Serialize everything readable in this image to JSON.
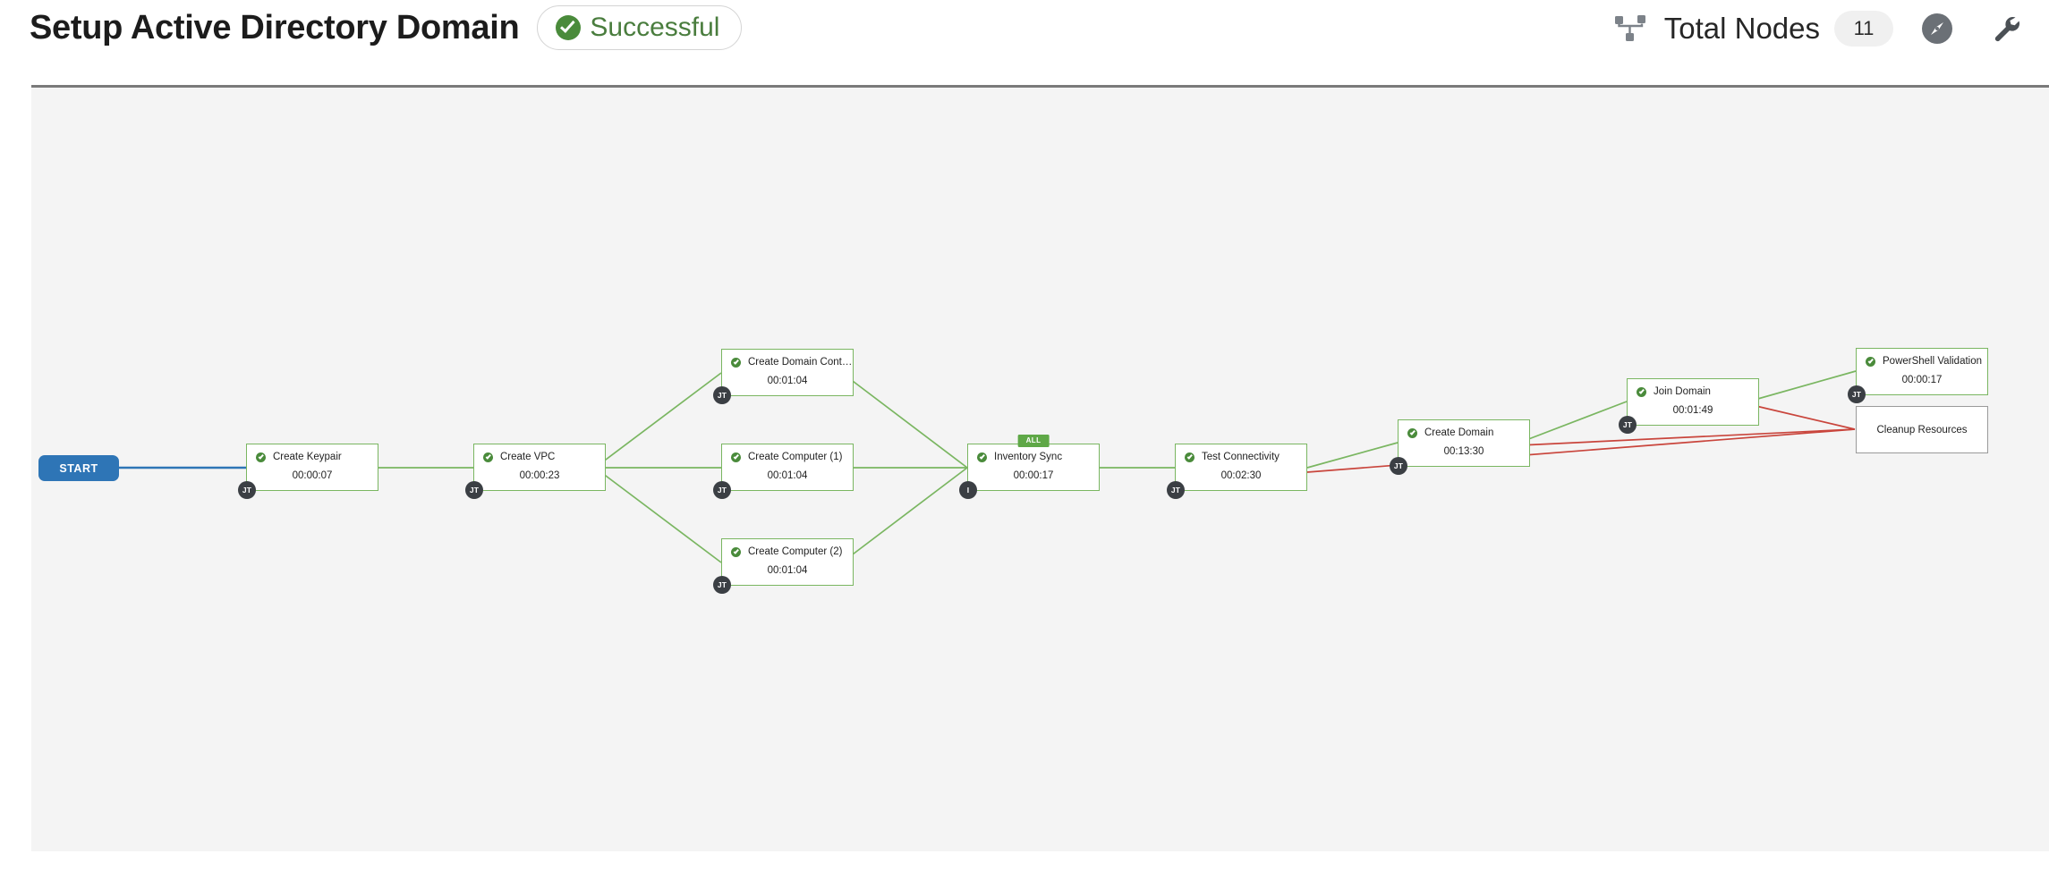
{
  "header": {
    "title": "Setup Active Directory Domain",
    "status": {
      "label": "Successful",
      "icon": "check-circle-icon",
      "color": "#4a7d3e"
    },
    "sitemap_icon": "sitemap-icon",
    "total_nodes_label": "Total Nodes",
    "total_nodes_count": "11",
    "compass_icon": "compass-icon",
    "wrench_icon": "wrench-icon"
  },
  "graph": {
    "start_label": "START",
    "colors": {
      "success_border": "#7ab661",
      "pending_border": "#9a9a9a",
      "success_edge": "#7ab661",
      "failure_edge": "#c9453c",
      "start_edge": "#2e75b6",
      "canvas_bg": "#f4f4f4",
      "badge_bg": "#3b3f44",
      "top_label_bg": "#5fa847"
    },
    "nodes": [
      {
        "id": "create-keypair",
        "title": "Create Keypair",
        "duration": "00:00:07",
        "badge": "JT",
        "status": "success"
      },
      {
        "id": "create-vpc",
        "title": "Create VPC",
        "duration": "00:00:23",
        "badge": "JT",
        "status": "success"
      },
      {
        "id": "create-domain-controller",
        "title": "Create Domain Contr...",
        "duration": "00:01:04",
        "badge": "JT",
        "status": "success"
      },
      {
        "id": "create-computer-1",
        "title": "Create Computer (1)",
        "duration": "00:01:04",
        "badge": "JT",
        "status": "success"
      },
      {
        "id": "create-computer-2",
        "title": "Create Computer (2)",
        "duration": "00:01:04",
        "badge": "JT",
        "status": "success"
      },
      {
        "id": "inventory-sync",
        "title": "Inventory Sync",
        "duration": "00:00:17",
        "badge": "I",
        "status": "success",
        "top_label": "ALL"
      },
      {
        "id": "test-connectivity",
        "title": "Test Connectivity",
        "duration": "00:02:30",
        "badge": "JT",
        "status": "success"
      },
      {
        "id": "create-domain",
        "title": "Create Domain",
        "duration": "00:13:30",
        "badge": "JT",
        "status": "success"
      },
      {
        "id": "join-domain",
        "title": "Join Domain",
        "duration": "00:01:49",
        "badge": "JT",
        "status": "success"
      },
      {
        "id": "powershell-validation",
        "title": "PowerShell Validation",
        "duration": "00:00:17",
        "badge": "JT",
        "status": "success"
      },
      {
        "id": "cleanup-resources",
        "title": "Cleanup Resources",
        "duration": "",
        "badge": "",
        "status": "pending"
      }
    ]
  }
}
